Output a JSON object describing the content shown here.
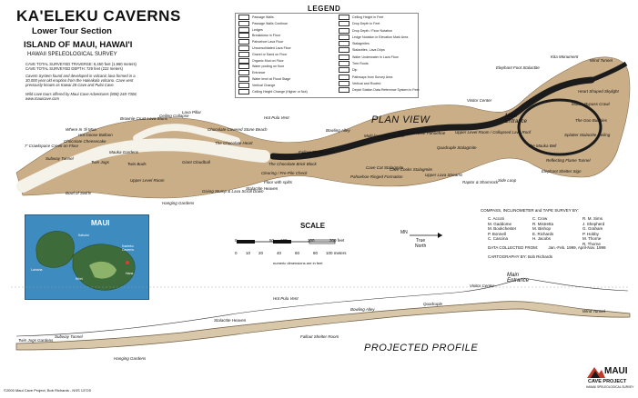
{
  "header": {
    "title": "KA'ELEKU CAVERNS",
    "subtitle": "Lower Tour Section",
    "location": "ISLAND OF MAUI, HAWAI'I",
    "survey_org": "HAWAII SPELEOLOGICAL SURVEY",
    "stats": [
      "CAVE TOTAL SURVEYED TRAVERSE: 6,450 feet (1,960 meters)",
      "CAVE TOTAL SURVEYED DEPTH:    729 feet  (222 meters)"
    ],
    "note": "Cavern System found and developed in volcanic lava formed in a 30,000 year old eruption from the Haleakala volcano. Cave vent previously known as Kawai 28 Cave and Pulai Cave.",
    "tours": "Wild cave tours offered by Maui Cave Adventures (808) 248-7308, www.mauicave.com"
  },
  "legend": {
    "title": "LEGEND",
    "left": [
      "Passage Walls",
      "Passage Walls Continue",
      "Ledges",
      "Breakdown in Floor",
      "Pahoehoe Lava Floor",
      "Unconsolidated Lava Floor",
      "Gravel or Sand on Floor",
      "Organic Mud on Floor",
      "Water pooling on floor",
      "Entrance",
      "Water level at Flood Stage",
      "Vertical Change",
      "Ceiling Height Change (Higher or Not)"
    ],
    "right": [
      "Ceiling Height in Feet",
      "Drop Depth in Feet",
      "Drop Depth / Floor Notation",
      "Ledge Notation in Elevation Mark Area",
      "Stalagmites",
      "Stalactites, Lava Drips",
      "Water Underwater in Lava Floor",
      "Tree Roots",
      "Dip",
      "Pathways from Survey Area",
      "Vertical and Roofed",
      "Depict Station Data Reference System in Feet"
    ]
  },
  "plan": {
    "title": "PLAN VIEW",
    "main_entrance": "Main\nEntrance",
    "labels": [
      "Kita Monument",
      "Elephant Foot Stalactite",
      "Wind Tunnel",
      "Heart Shaped Skylight",
      "Maui's Bypass Crawl",
      "The Goo Bubbles",
      "Splatter Stalactite Ceiling",
      "The Mauka Bell",
      "Reflecting Flame Tunnel",
      "Elephant Shelter Sign",
      "Side Loop",
      "Bowling Alley",
      "Multi-lava Stoneworks",
      "Elephant Nose Pahoehoe",
      "Upper Level Room / Collapsed Lava Roof",
      "Quadruple Stalagmite",
      "Cave Cooks Stalagmite",
      "Upper Lava Streams",
      "Pahoehoe Ringed Formation",
      "Cave Cat Stalagmite",
      "Visitor Center",
      "Raptor & Shamrock",
      "Hot Pula Vent",
      "Fallout Shelter Area",
      "The Chocolate Brick Block",
      "Clearing / Pre-Pile Check",
      "Chocolate Covered Stone Beach",
      "The Chocolate Heart",
      "Lava Pillar",
      "Ceiling Collapse",
      "Brownie Crust Lava Stuns",
      "Hot Goose Balloon",
      "Where In 'Ili Moa",
      "Chocolate Cheesecake",
      "Subway Tunnel",
      "7' Crawlspace Creek on Floor",
      "Twin Jugs",
      "Mauka Gardens",
      "Twin Buds",
      "Giant Cloudball",
      "Upper Level Room",
      "Hanging Gardens",
      "Giving Stump & Lava Scroll Down",
      "Stalactite Heaven",
      "Floor with splits",
      "Bowl of Swirls"
    ]
  },
  "scale": {
    "title": "SCALE",
    "feet_ticks": [
      "0",
      "50",
      "100",
      "200",
      "300 feet"
    ],
    "meter_ticks": [
      "0",
      "10",
      "20",
      "40",
      "60",
      "80",
      "100 meters"
    ],
    "note": "numeric dimensions are in feet"
  },
  "north": {
    "mn": "MN",
    "tn": "True\nNorth"
  },
  "survey": {
    "heading": "COMPASS, INCLINOMETER and TAPE SURVEY BY:",
    "names_col1": [
      "C. Accoti",
      "M. Gaddome",
      "M. Bookchester",
      "P. Bonnell",
      "C. Cascina"
    ],
    "names_col2": [
      "C. Crow",
      "R. Mistretta",
      "M. Bishop",
      "E. Richards",
      "H. Jacobs"
    ],
    "names_col3": [
      "R. M. Sims",
      "J. Shepherd",
      "G. Graham",
      "P. Hobby",
      "M. Thorne",
      "R. Thorne"
    ],
    "date": "DATA COLLECTED FROM:         Jan.-Feb. 1999, April-Nov. 1999",
    "cartography": "CARTOGRAPHY BY:   Bob Richards"
  },
  "inset": {
    "island": "MAUI",
    "place_labels": [
      "Kahului",
      "Kaeleku Caverns",
      "Kihei",
      "Lahaina",
      "Hana"
    ]
  },
  "profile": {
    "title": "PROJECTED PROFILE",
    "main_entrance": "Main\nEntrance",
    "labels": [
      "Visitor Center",
      "Hot Pula Vent",
      "Bowling Alley",
      "Quadruple",
      "Wind Tunnel",
      "Stalactite Heaven",
      "Subway Tunnel",
      "Hanging Gardens",
      "Fallout Shelter Room",
      "Twin Jugs Gardens"
    ]
  },
  "footer": {
    "copyright": "©2000 Maui Cave Project, Bob Richards - NSS 13725",
    "logo_line1": "MAUI",
    "logo_line2": "CAVE PROJECT",
    "logo_line3": "HAWAII SPELEOLOGICAL SURVEY"
  },
  "colors": {
    "cave_wall": "#c9ae88",
    "passage": "#f5f2ea",
    "profile_fill": "#d8c7a9",
    "inset_water": "#3d8bbf",
    "island": "#3e6b3a",
    "logo_red": "#c0392b"
  }
}
